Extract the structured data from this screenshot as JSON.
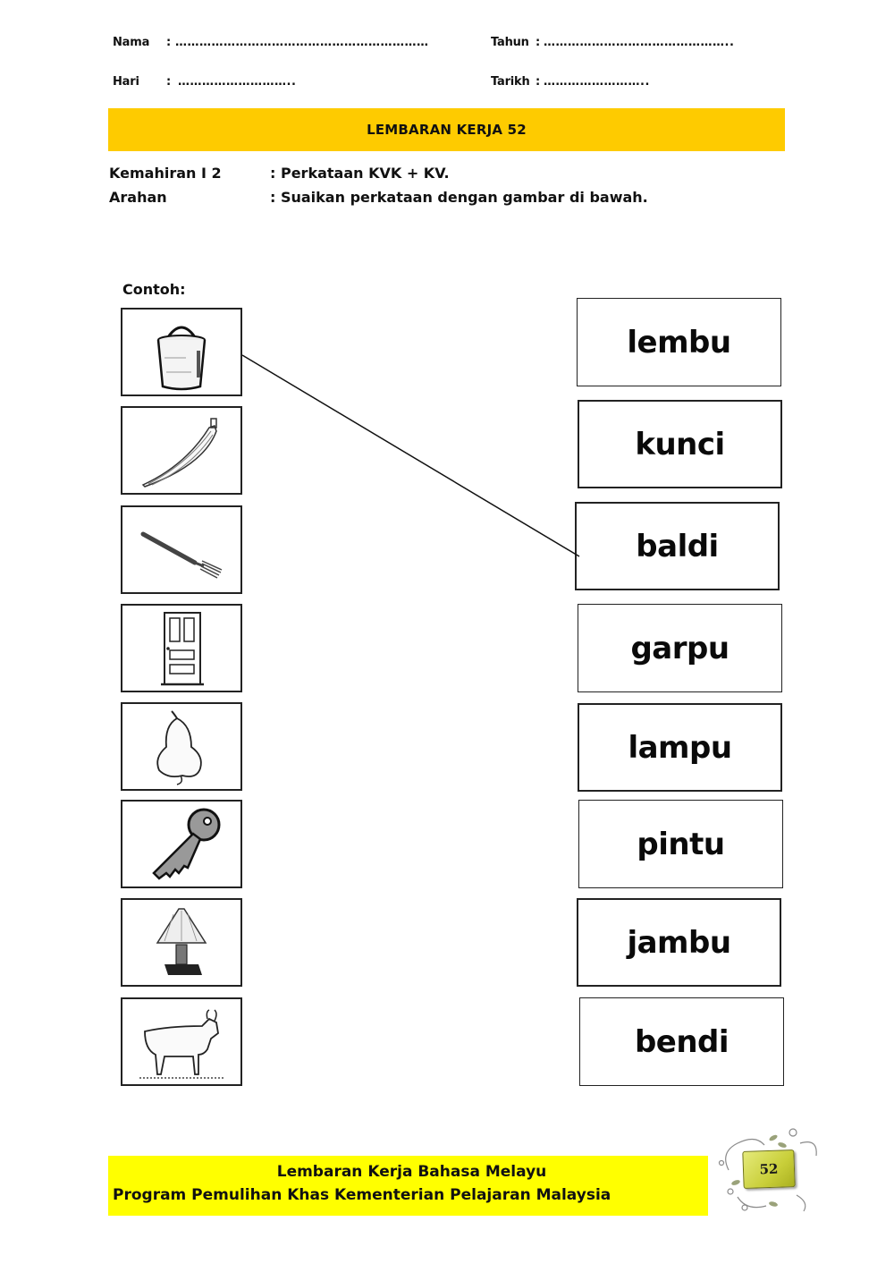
{
  "header": {
    "fields": [
      {
        "label": "Nama",
        "sep": ":",
        "value": "………………………………………………………"
      },
      {
        "label": "Tahun",
        "sep": ":",
        "value": "……………………………………….."
      },
      {
        "label": "Hari",
        "sep": ":",
        "value": "……………………….."
      },
      {
        "label": "Tarikh",
        "sep": ":",
        "value": "…………………….."
      }
    ]
  },
  "title": "LEMBARAN KERJA 52",
  "meta": {
    "skill_label": "Kemahiran  I 2",
    "skill_value": ": Perkataan  KVK + KV.",
    "instruction_label": "Arahan",
    "instruction_value": ": Suaikan perkataan dengan gambar di bawah."
  },
  "exercise": {
    "example_label": "Contoh:",
    "pictures": [
      {
        "name": "bucket",
        "icon": "bucket-icon"
      },
      {
        "name": "okra",
        "icon": "okra-icon"
      },
      {
        "name": "fork",
        "icon": "fork-icon"
      },
      {
        "name": "door",
        "icon": "door-icon"
      },
      {
        "name": "rose-apple",
        "icon": "rose-apple-icon"
      },
      {
        "name": "key",
        "icon": "key-icon"
      },
      {
        "name": "lamp",
        "icon": "lamp-icon"
      },
      {
        "name": "cow",
        "icon": "cow-icon"
      }
    ],
    "words": [
      "lembu",
      "kunci",
      "baldi",
      "garpu",
      "lampu",
      "pintu",
      "jambu",
      "bendi"
    ],
    "example_match": {
      "picture_index": 0,
      "word_index": 2
    }
  },
  "footer": {
    "line1": "Lembaran Kerja Bahasa Melayu",
    "line2": "Program Pemulihan  Khas  Kementerian  Pelajaran Malaysia",
    "page_badge": "52"
  },
  "colors": {
    "title_bar": "#fecb00",
    "footer_bar": "#ffff00",
    "badge": "#c9cf3a"
  }
}
